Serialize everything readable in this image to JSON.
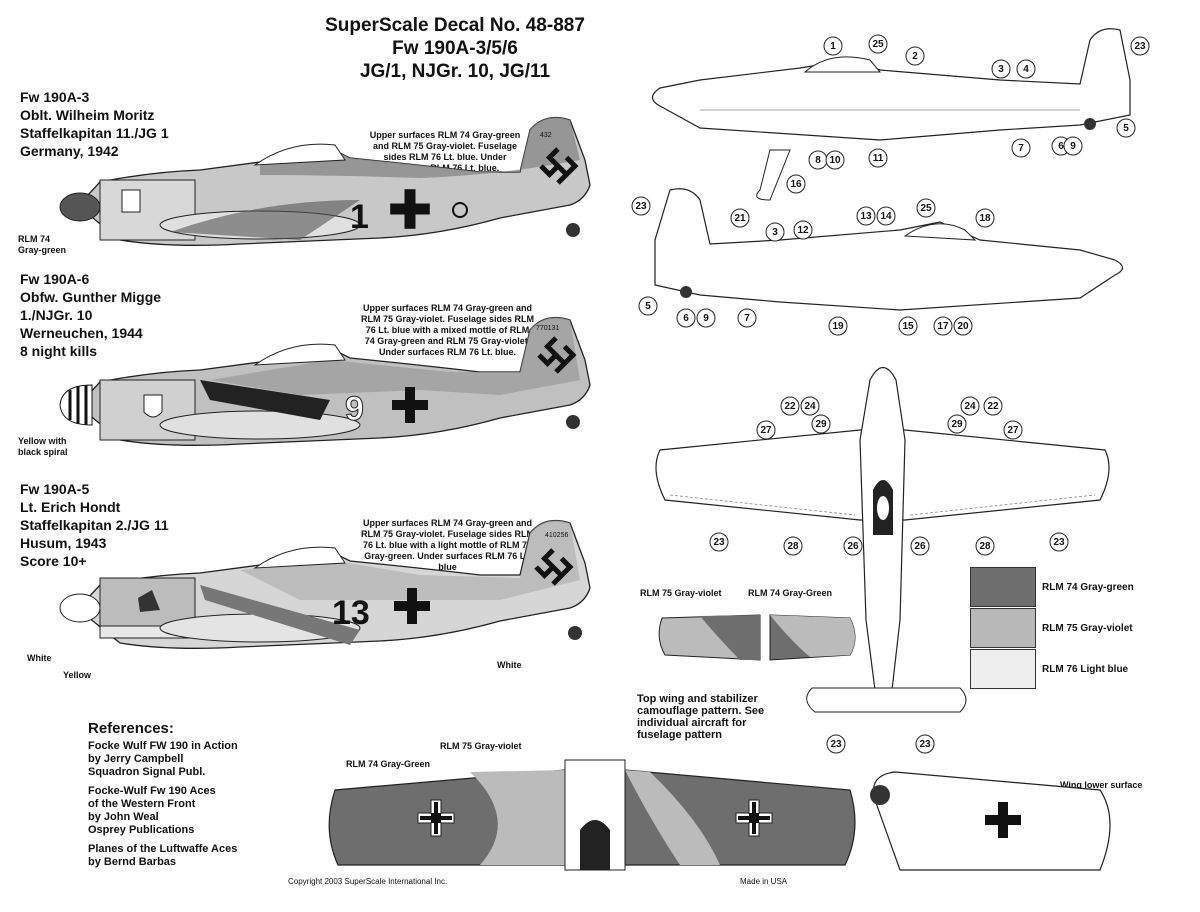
{
  "header": {
    "line1": "SuperScale Decal No. 48-887",
    "line2": "Fw 190A-3/5/6",
    "line3": "JG/1, NJGr. 10, JG/11"
  },
  "aircraft": [
    {
      "lines": [
        "Fw 190A-3",
        "Oblt. Wilheim Moritz",
        "Staffelkapitan 11./JG 1",
        "Germany, 1942"
      ],
      "note": "Upper surfaces RLM 74 Gray-green and RLM 75 Gray-violet. Fuselage sides RLM 76 Lt. blue. Under surfaces RLM 76 Lt. blue.",
      "nose_label": "RLM 74 Gray-green",
      "number": "1",
      "tail_code": "432"
    },
    {
      "lines": [
        "Fw 190A-6",
        "Obfw. Gunther Migge",
        "1./NJGr. 10",
        "Werneuchen, 1944",
        "8 night kills"
      ],
      "note": "Upper surfaces RLM 74 Gray-green and RLM 75 Gray-violet. Fuselage sides RLM 76 Lt. blue with a mixed mottle of RLM 74 Gray-green and RLM 75 Gray-violet. Under surfaces RLM 76 Lt. blue.",
      "nose_label": "Yellow with black spiral",
      "number": "9",
      "tail_code": "770131"
    },
    {
      "lines": [
        "Fw 190A-5",
        "Lt. Erich Hondt",
        "Staffelkapitan 2./JG 11",
        "Husum, 1943",
        "Score 10+"
      ],
      "note": "Upper surfaces RLM 74 Gray-green and RLM 75 Gray-violet. Fuselage sides RLM 76 Lt. blue with a light mottle of RLM 74 Gray-green. Under surfaces RLM 76 Lt. blue",
      "label_white_nose": "White",
      "label_yellow": "Yellow",
      "label_white_tail": "White",
      "number": "13",
      "tail_code": "410256"
    }
  ],
  "references": {
    "title": "References:",
    "items": [
      [
        "Focke Wulf FW 190 in Action",
        "by Jerry Campbell",
        "Squadron Signal Publ."
      ],
      [
        "Focke-Wulf Fw 190 Aces",
        "of the Western Front",
        "by John Weal",
        "Osprey Publications"
      ],
      [
        "Planes of the Luftwaffe Aces",
        "by Bernd Barbas"
      ]
    ]
  },
  "legend": [
    {
      "label": "RLM 74 Gray-green",
      "color": "#6e6e6e"
    },
    {
      "label": "RLM 75 Gray-violet",
      "color": "#b9b9b9"
    },
    {
      "label": "RLM 76 Light blue",
      "color": "#eeeeee"
    }
  ],
  "camo": {
    "stab_left_label": "RLM 75 Gray-violet",
    "stab_right_label": "RLM 74 Gray-Green",
    "note": [
      "Top wing and stabilizer",
      "camouflage pattern. See",
      "individual aircraft for",
      "fuselage pattern"
    ],
    "wing_label_74": "RLM 74 Gray-Green",
    "wing_label_75": "RLM 75 Gray-violet",
    "wing_lower_label": "Wing lower surface"
  },
  "footer": {
    "copyright": "Copyright 2003 SuperScale International Inc.",
    "made_in": "Made in USA"
  },
  "callouts": {
    "side_top": [
      "1",
      "25",
      "2",
      "3",
      "4",
      "23",
      "5",
      "6",
      "9",
      "7",
      "11",
      "8",
      "10",
      "16"
    ],
    "side_bottom": [
      "23",
      "21",
      "3",
      "12",
      "13",
      "14",
      "25",
      "18",
      "5",
      "6",
      "9",
      "7",
      "19",
      "15",
      "17",
      "20"
    ],
    "plan": [
      "22",
      "24",
      "29",
      "27",
      "24",
      "22",
      "29",
      "27",
      "23",
      "28",
      "26",
      "26",
      "28",
      "23",
      "23",
      "23"
    ]
  }
}
